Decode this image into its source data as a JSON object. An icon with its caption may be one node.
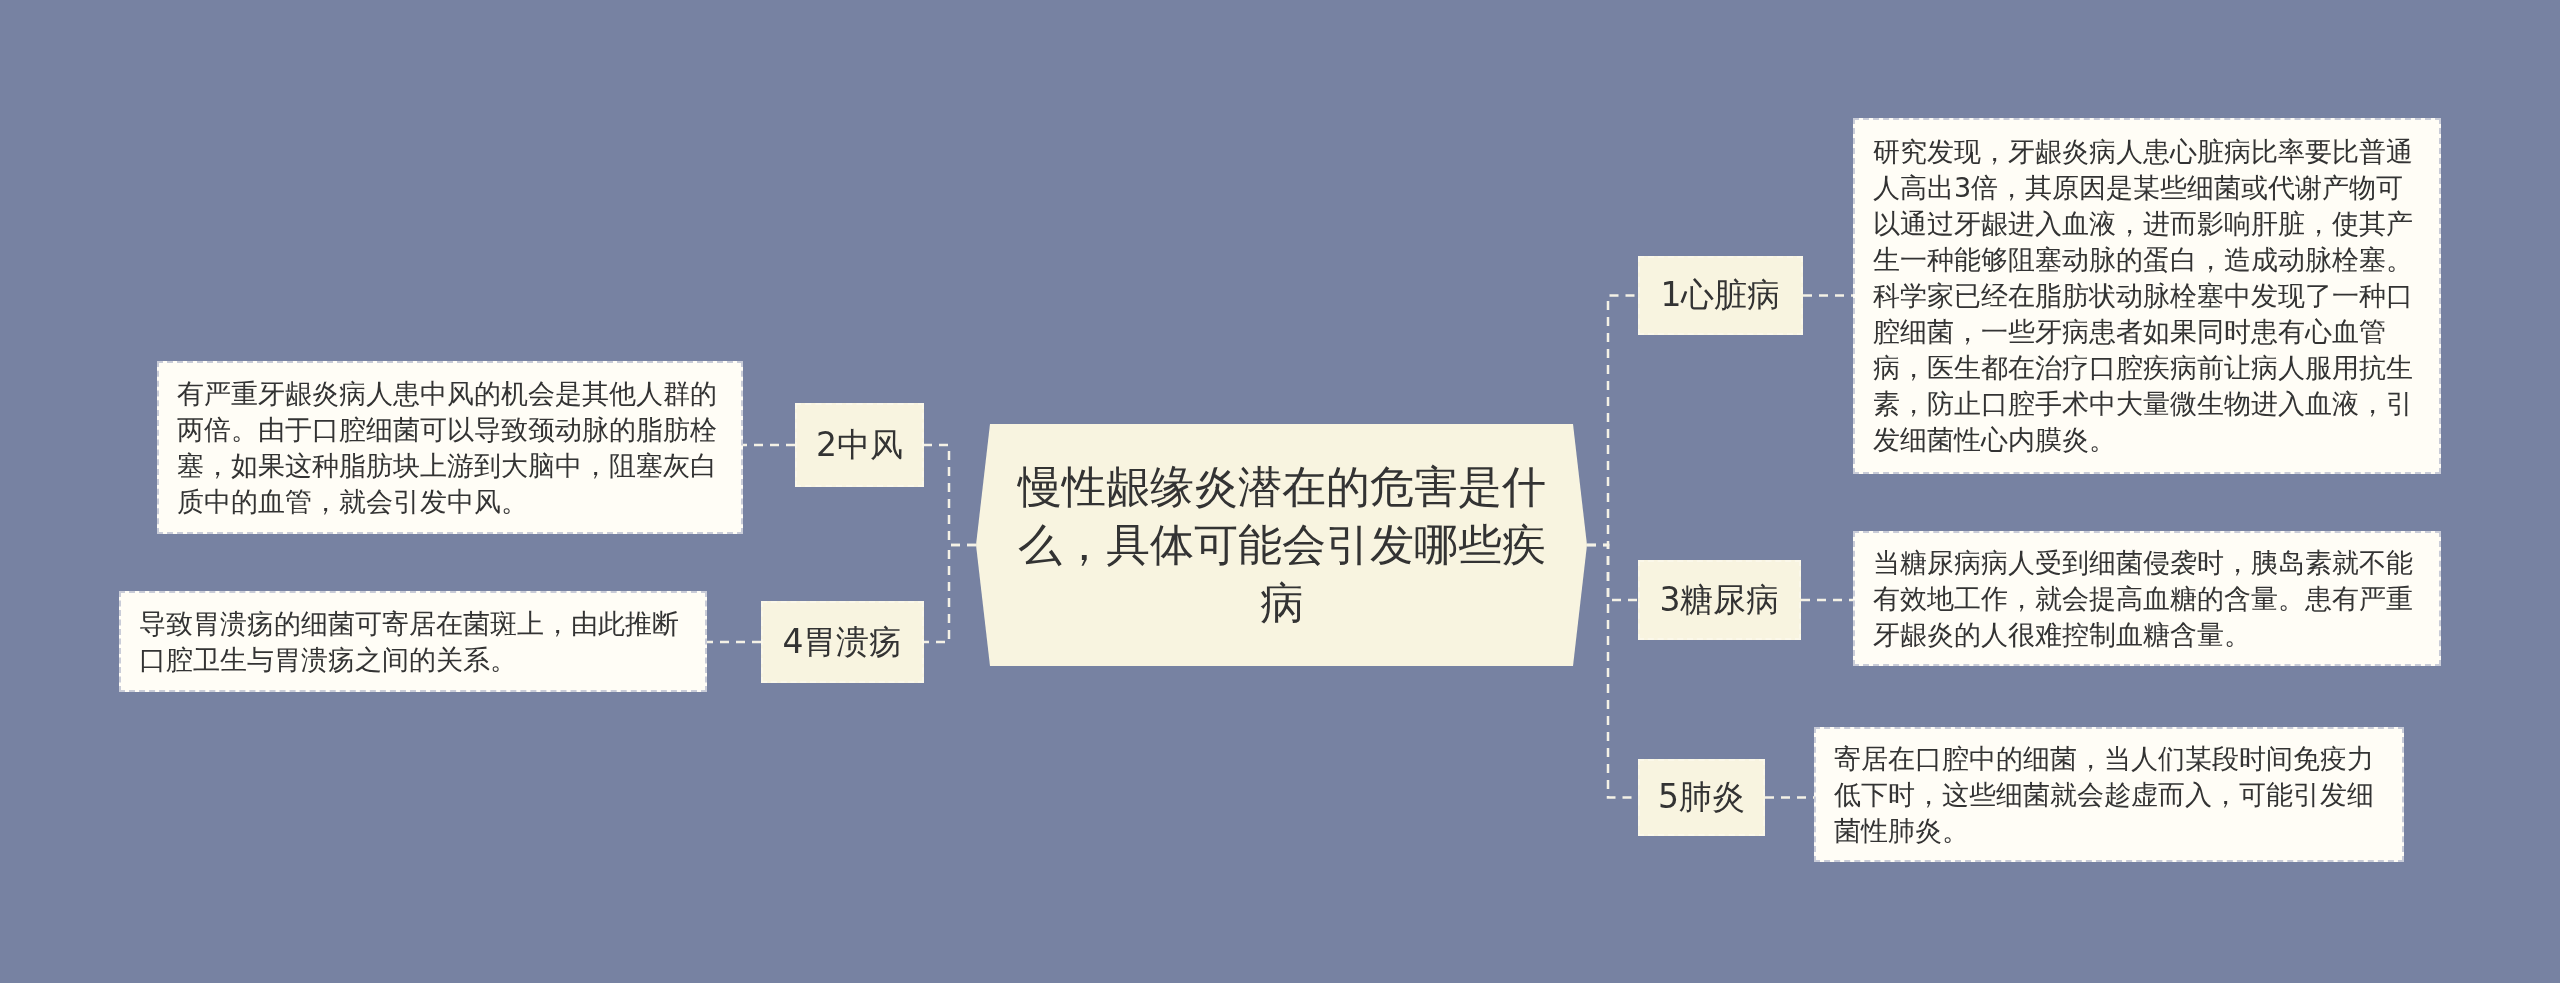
{
  "diagram": {
    "nodes": [
      {
        "text": [
          "慢性龈缘炎潜在的危害是什么，具体可能会引发哪些疾病"
        ]
      },
      {
        "text": [
          "1心脏病"
        ]
      },
      {
        "text": [
          "研究发现，牙龈炎病人患心脏病比率要比普通人高出3倍，其原因是某些细菌或代谢产物可以通过牙龈进入血液，进而影响肝脏，使其产生一种能够阻塞动脉的蛋白，造成动脉栓塞。科学家已经在脂肪状动脉栓塞中发现了一种口腔细菌，一些牙病患者如果同时患有心血管病，医生都在治疗口腔疾病前让病人服用抗生素，防止口腔手术中大量微生物进入血液，引发细菌性心内膜炎。"
        ]
      },
      {
        "text": [
          "2中风"
        ]
      },
      {
        "text": [
          "有严重牙龈炎病人患中风的机会是其他人群的两倍。由于口腔细菌可以导致颈动脉的脂肪栓塞，如果这种脂肪块上游到大脑中，阻塞灰白质中的血管，就会引发中风。"
        ]
      },
      {
        "text": [
          "3糖尿病"
        ]
      },
      {
        "text": [
          "当糖尿病病人受到细菌侵袭时，胰岛素就不能有效地工作，就会提高血糖的含量。患有严重牙龈炎的人很难控制血糖含量。"
        ]
      },
      {
        "text": [
          "4胃溃疡"
        ]
      },
      {
        "text": [
          "导致胃溃疡的细菌可寄居在菌斑上，由此推断口腔卫生与胃溃疡之间的关系。"
        ]
      },
      {
        "text": [
          "5肺炎"
        ]
      },
      {
        "text": [
          "寄居在口腔中的细菌，当人们某段时间免疫力低下时，这些细菌就会趁虚而入，可能引发细菌性肺炎。"
        ]
      }
    ],
    "edges": [
      {
        "from": 0,
        "to": 1,
        "arrow": "none",
        "style": "dashed"
      },
      {
        "from": 1,
        "to": 2,
        "arrow": "none",
        "style": "dashed"
      },
      {
        "from": 0,
        "to": 3,
        "arrow": "none",
        "style": "dashed"
      },
      {
        "from": 3,
        "to": 4,
        "arrow": "none",
        "style": "dashed"
      },
      {
        "from": 0,
        "to": 5,
        "arrow": "none",
        "style": "dashed"
      },
      {
        "from": 5,
        "to": 6,
        "arrow": "none",
        "style": "dashed"
      },
      {
        "from": 0,
        "to": 7,
        "arrow": "none",
        "style": "dashed"
      },
      {
        "from": 7,
        "to": 8,
        "arrow": "none",
        "style": "dashed"
      },
      {
        "from": 0,
        "to": 9,
        "arrow": "none",
        "style": "dashed"
      },
      {
        "from": 9,
        "to": 10,
        "arrow": "none",
        "style": "dashed"
      }
    ]
  }
}
